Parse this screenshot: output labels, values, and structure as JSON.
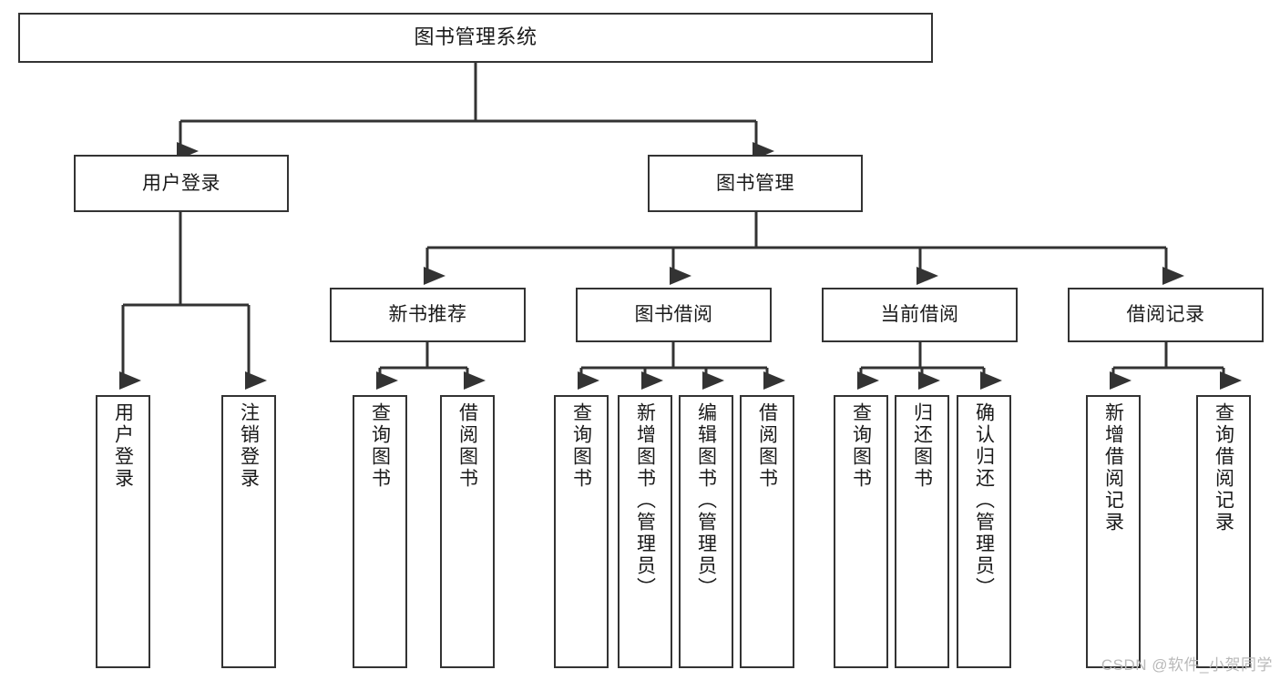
{
  "diagram": {
    "title": "图书管理系统",
    "type": "hierarchy-tree",
    "watermark": "CSDN @软件_小贺同学",
    "colors": {
      "stroke": "#333333",
      "fill": "#ffffff",
      "text": "#1a1a1a",
      "watermark": "#b9b9b9"
    },
    "levels": {
      "root": [
        "图书管理系统"
      ],
      "level2": [
        "用户登录",
        "图书管理"
      ],
      "level3": [
        "新书推荐",
        "图书借阅",
        "当前借阅",
        "借阅记录"
      ],
      "leaves": [
        "用户登录",
        "注销登录",
        "查询图书",
        "借阅图书",
        "查询图书",
        "新增图书（管理员）",
        "编辑图书（管理员）",
        "借阅图书",
        "查询图书",
        "归还图书",
        "确认归还（管理员）",
        "新增借阅记录",
        "查询借阅记录"
      ]
    },
    "nodes": {
      "root": {
        "label": "图书管理系统"
      },
      "user_login": {
        "label": "用户登录"
      },
      "book_manage": {
        "label": "图书管理"
      },
      "new_book_rec": {
        "label": "新书推荐"
      },
      "book_borrow": {
        "label": "图书借阅"
      },
      "current_borrow": {
        "label": "当前借阅"
      },
      "borrow_record": {
        "label": "借阅记录"
      },
      "leaf_user_login": {
        "label": "用户登录"
      },
      "leaf_logout": {
        "label": "注销登录"
      },
      "leaf_query_book_a": {
        "label": "查询图书"
      },
      "leaf_borrow_book_a": {
        "label": "借阅图书"
      },
      "leaf_query_book_b": {
        "label": "查询图书"
      },
      "leaf_add_book": {
        "label": "新增图书（管理员）"
      },
      "leaf_edit_book": {
        "label": "编辑图书（管理员）"
      },
      "leaf_borrow_book_b": {
        "label": "借阅图书"
      },
      "leaf_query_book_c": {
        "label": "查询图书"
      },
      "leaf_return_book": {
        "label": "归还图书"
      },
      "leaf_confirm_return": {
        "label": "确认归还（管理员）"
      },
      "leaf_add_record": {
        "label": "新增借阅记录"
      },
      "leaf_query_record": {
        "label": "查询借阅记录"
      }
    }
  }
}
